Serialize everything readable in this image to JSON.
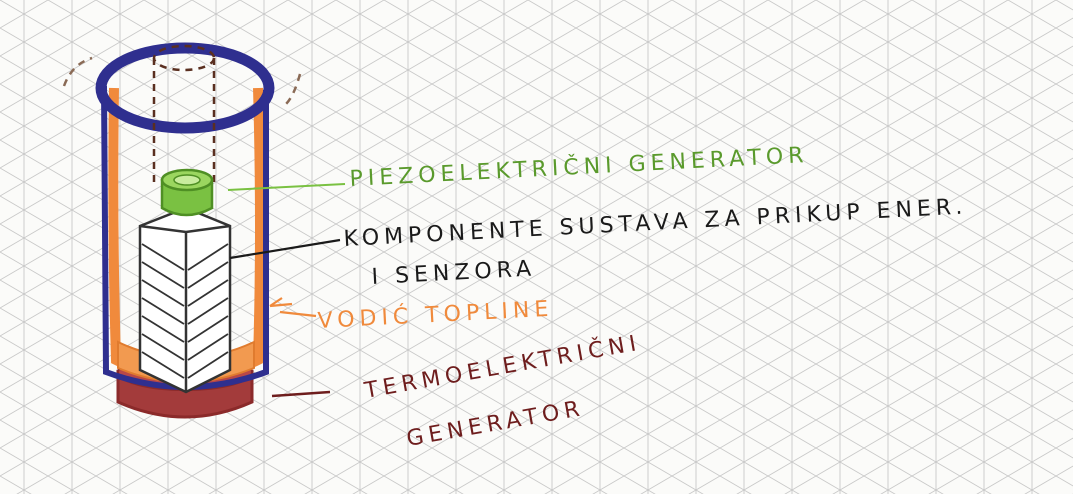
{
  "labels": {
    "piezo": "PIEZOELEKTRIČNI GENERATOR",
    "components_line1": "KOMPONENTE SUSTAVA ZA PRIKUP ENER.",
    "components_line2": "I SENZORA",
    "heat_conductor": "VODIĆ TOPLINE",
    "thermo_line1": "TERMOELEKTRIČNI",
    "thermo_line2": "GENERATOR"
  },
  "colors": {
    "paper": "#fbfbf9",
    "grid": "#c9c9c9",
    "outer_tube": "#2f2f8f",
    "heat_conductor": "#f08a3c",
    "piezo": "#7ac142",
    "piezo_text": "#5a9a2c",
    "thermo": "#8b2a2a",
    "thermo_text": "#6e1d1d",
    "components": "#333333",
    "ink": "#1a1a1a"
  }
}
